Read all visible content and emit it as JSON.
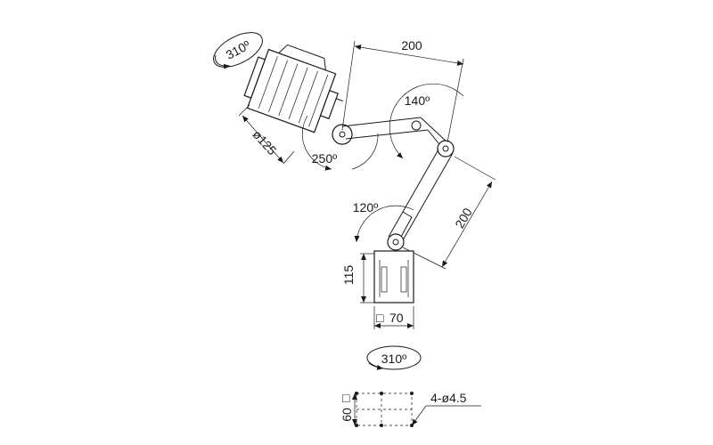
{
  "drawing": {
    "rotation_head": "310º",
    "lamp_diameter": "ø125",
    "head_angle": "250º",
    "upper_arm_length": "200",
    "upper_joint_angle": "140º",
    "lower_arm_length": "200",
    "lower_joint_angle": "120º",
    "base_height": "115",
    "base_width_symbol": "□",
    "base_width": "70",
    "rotation_base": "310º",
    "plate_size_symbol": "□",
    "plate_size": "60",
    "holes": "4-ø4.5"
  },
  "colors": {
    "line": "#1a1a1a",
    "background": "#ffffff"
  }
}
